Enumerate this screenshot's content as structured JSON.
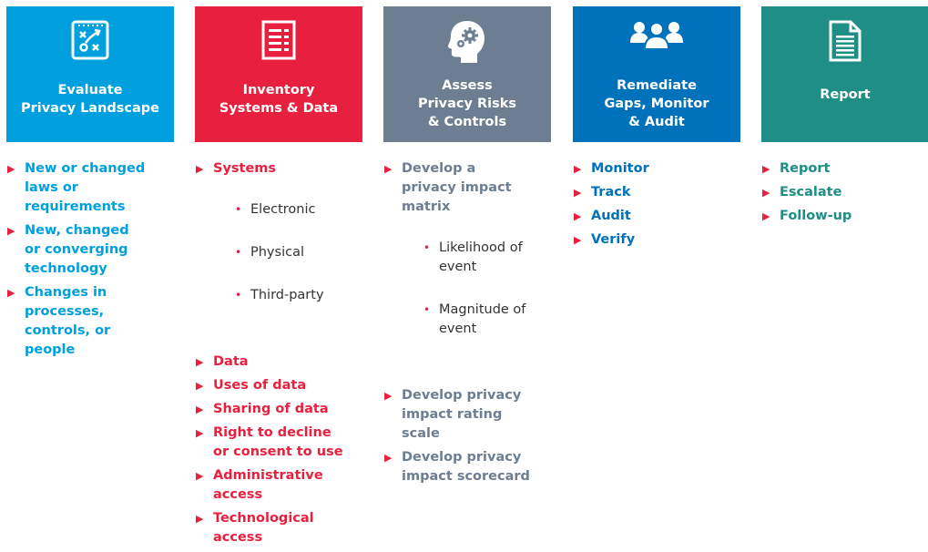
{
  "colors": {
    "col1": "#009fde",
    "col2": "#e8203f",
    "col3": "#6d7e92",
    "col4": "#0072bc",
    "col5": "#1e8e86",
    "arrow": "#e8203f"
  },
  "columns": [
    {
      "icon": "strategy-plan-icon",
      "title": "Evaluate\nPrivacy Landscape",
      "items": [
        {
          "text": "New or changed\nlaws or\nrequirements"
        },
        {
          "text": "New, changed\nor converging\ntechnology"
        },
        {
          "text": "Changes in\nprocesses,\ncontrols, or\npeople"
        }
      ]
    },
    {
      "icon": "checklist-document-icon",
      "title": "Inventory\nSystems & Data",
      "items": [
        {
          "text": "Systems",
          "sub": [
            "Electronic",
            "Physical",
            "Third-party"
          ]
        },
        {
          "text": "Data"
        },
        {
          "text": "Uses of data"
        },
        {
          "text": "Sharing of data"
        },
        {
          "text": "Right to decline\nor consent to use"
        },
        {
          "text": "Administrative\naccess"
        },
        {
          "text": "Technological\naccess"
        }
      ]
    },
    {
      "icon": "head-gears-icon",
      "title": "Assess\nPrivacy Risks\n& Controls",
      "items": [
        {
          "text": "Develop a\nprivacy impact\nmatrix",
          "sub": [
            "Likelihood of\nevent",
            "Magnitude of\nevent"
          ]
        },
        {
          "text": "Develop privacy\nimpact rating\nscale"
        },
        {
          "text": "Develop privacy\nimpact scorecard"
        }
      ]
    },
    {
      "icon": "team-people-icon",
      "title": "Remediate\nGaps, Monitor\n& Audit",
      "items": [
        {
          "text": "Monitor"
        },
        {
          "text": "Track"
        },
        {
          "text": "Audit"
        },
        {
          "text": "Verify"
        }
      ]
    },
    {
      "icon": "report-document-icon",
      "title": "Report",
      "items": [
        {
          "text": "Report"
        },
        {
          "text": "Escalate"
        },
        {
          "text": "Follow-up"
        }
      ]
    }
  ]
}
